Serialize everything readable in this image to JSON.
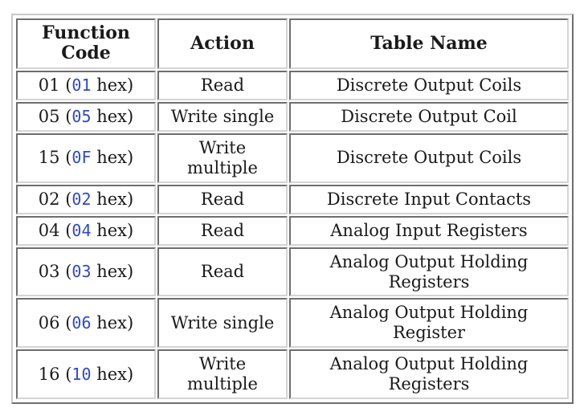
{
  "table": {
    "headers": {
      "function_code": "Function Code",
      "action": "Action",
      "table_name": "Table Name"
    },
    "rows": [
      {
        "code": "01",
        "hex": "01",
        "action": "Read",
        "table_name": "Discrete Output Coils"
      },
      {
        "code": "05",
        "hex": "05",
        "action": "Write single",
        "table_name": "Discrete Output Coil"
      },
      {
        "code": "15",
        "hex": "0F",
        "action": "Write multiple",
        "table_name": "Discrete Output Coils"
      },
      {
        "code": "02",
        "hex": "02",
        "action": "Read",
        "table_name": "Discrete Input Contacts"
      },
      {
        "code": "04",
        "hex": "04",
        "action": "Read",
        "table_name": "Analog Input Registers"
      },
      {
        "code": "03",
        "hex": "03",
        "action": "Read",
        "table_name": "Analog Output Holding Registers"
      },
      {
        "code": "06",
        "hex": "06",
        "action": "Write single",
        "table_name": "Analog Output Holding Register"
      },
      {
        "code": "16",
        "hex": "10",
        "action": "Write multiple",
        "table_name": "Analog Output Holding Registers"
      }
    ],
    "open_paren": "(",
    "hex_suffix": "hex)",
    "hex_color": "#2f49c8"
  }
}
